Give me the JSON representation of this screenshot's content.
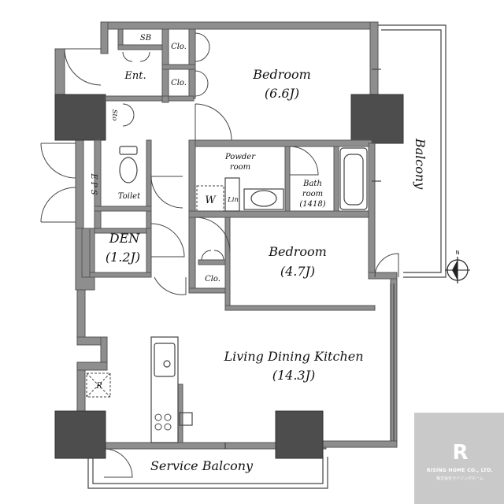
{
  "rooms": {
    "bedroom_a": {
      "name": "Bedroom",
      "size": "(6.6J)"
    },
    "bedroom_b": {
      "name": "Bedroom",
      "size": "(4.7J)"
    },
    "den": {
      "name": "DEN",
      "size": "(1.2J)"
    },
    "ldk": {
      "name": "Living Dining Kitchen",
      "size": "(14.3J)"
    },
    "balcony": "Balcony",
    "service_balcony": "Service Balcony",
    "entrance": "Ent.",
    "shoe_box": "SB",
    "closet": "Clo.",
    "storage": "Sto",
    "eps": "E P S",
    "toilet": "Toilet",
    "powder_room": "Powder room",
    "bath_room": "Bath room",
    "bath_code": "(1418)",
    "washer": "W",
    "linen": "Lin",
    "refrigerator": "R"
  },
  "compass": {
    "north": "N"
  },
  "watermark": {
    "logo": "R",
    "company": "RISING HOME CO., LTD.",
    "company_jp": "株式会社ライジングホーム"
  }
}
